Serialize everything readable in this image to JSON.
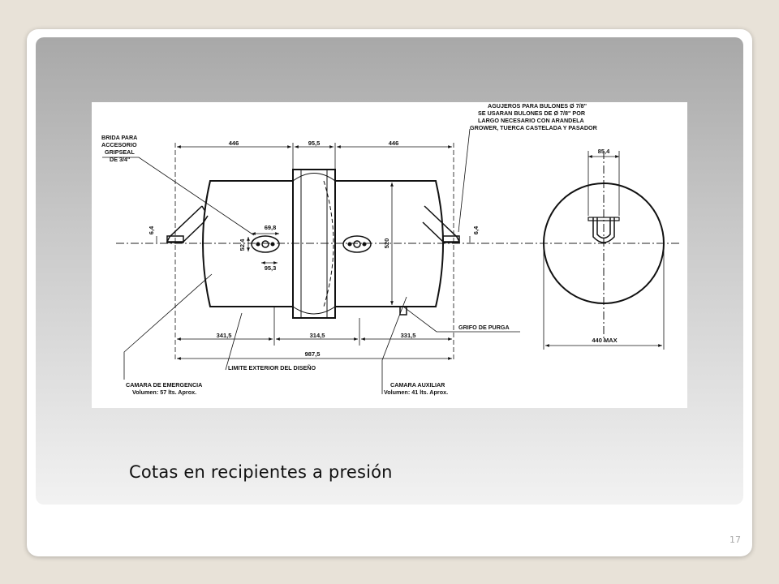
{
  "slide": {
    "caption": "Cotas en recipientes a presión",
    "page_number": "17"
  },
  "drawing": {
    "notes": {
      "flange_1": "BRIDA PARA",
      "flange_2": "ACCESORIO",
      "flange_3": "GRIPSEAL",
      "flange_4": "DE 3/4\"",
      "bolts_1": "AGUJEROS PARA BULONES Ø 7/8\"",
      "bolts_2": "SE USARAN BULONES DE Ø 7/8\" POR",
      "bolts_3": "LARGO NECESARIO CON ARANDELA",
      "bolts_4": "GROWER, TUERCA CASTELADA Y PASADOR",
      "drain": "GRIFO DE PURGA",
      "limit": "LIMITE EXTERIOR DEL DISEÑO",
      "emergency_1": "CAMARA DE EMERGENCIA",
      "emergency_2": "Volumen: 57 lts. Aprox.",
      "auxiliary_1": "CAMARA AUXILIAR",
      "auxiliary_2": "Volumen: 41 lts. Aprox."
    },
    "dims": {
      "top_left": "446",
      "top_mid": "95,5",
      "top_right": "446",
      "bot_left": "341,5",
      "bot_mid": "314,5",
      "bot_right": "331,5",
      "overall": "987,5",
      "flange_w": "69,8",
      "flange_h": "52,4",
      "flange_c": "95,3",
      "diameter": "520",
      "bracket_left": "6,4",
      "bracket_right": "6,4",
      "end_top": "85,4",
      "end_width": "440 MAX"
    }
  }
}
